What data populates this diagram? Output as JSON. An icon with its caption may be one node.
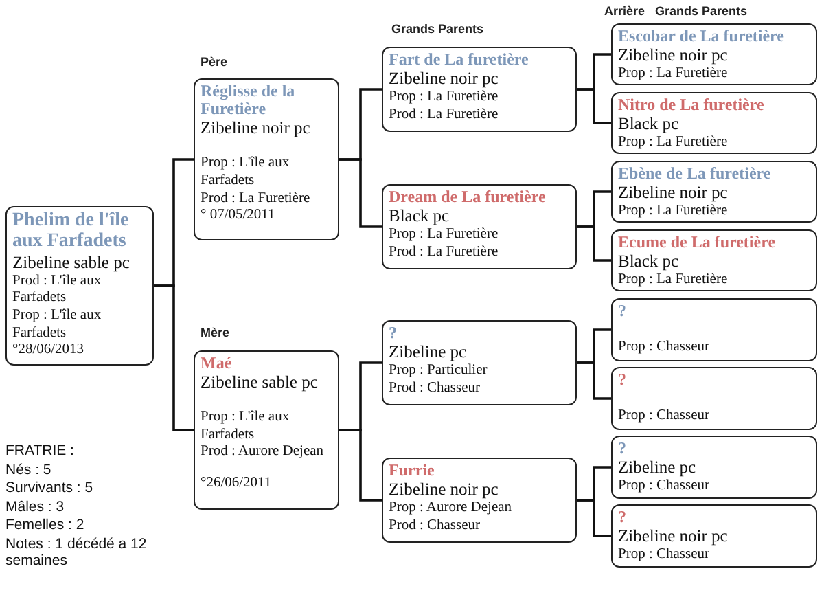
{
  "diagram": {
    "nodes": [
      {
        "text": [
          "Phelim de l'île aux Farfadets",
          "Zibeline sable pc",
          "Prod : L'île aux Farfadets",
          "Prop : L'île aux Farfadets",
          "°28/06/2013"
        ]
      },
      {
        "text": [
          "Réglisse de la Furetière",
          "Zibeline noir pc",
          "Prop : L'île aux Farfadets",
          "Prod : La Furetière",
          "° 07/05/2011"
        ]
      },
      {
        "text": [
          "Maé",
          "Zibeline sable pc",
          "Prop : L'île aux Farfadets",
          "Prod : Aurore Dejean",
          "°26/06/2011"
        ]
      },
      {
        "text": [
          "Fart de La furetière",
          "Zibeline noir pc",
          "Prop : La Furetière",
          "Prod : La Furetière"
        ]
      },
      {
        "text": [
          "Dream de La furetière",
          "Black pc",
          "Prop : La Furetière",
          "Prod : La Furetière"
        ]
      },
      {
        "text": [
          "?",
          "Zibeline pc",
          "Prop : Particulier",
          "Prod : Chasseur"
        ]
      },
      {
        "text": [
          "Furrie",
          "Zibeline noir pc",
          "Prop : Aurore Dejean",
          "Prod : Chasseur"
        ]
      },
      {
        "text": [
          "Escobar de La furetière",
          "Zibeline noir pc",
          "Prop : La Furetière"
        ]
      },
      {
        "text": [
          "Nitro de La furetière",
          "Black pc",
          "Prop : La Furetière"
        ]
      },
      {
        "text": [
          "Ebène de La furetière",
          "Zibeline noir pc",
          "Prop : La Furetière"
        ]
      },
      {
        "text": [
          "Ecume de La furetière",
          "Black pc",
          "Prop : La Furetière"
        ]
      },
      {
        "text": [
          "?",
          "Prop : Chasseur"
        ]
      },
      {
        "text": [
          "?",
          "Prop : Chasseur"
        ]
      },
      {
        "text": [
          "?",
          "Zibeline pc",
          "Prop : Chasseur"
        ]
      },
      {
        "text": [
          "?",
          "Zibeline noir pc",
          "Prop : Chasseur"
        ]
      }
    ],
    "edges": [
      {
        "from": 0,
        "to": 1,
        "arrow": "none"
      },
      {
        "from": 0,
        "to": 2,
        "arrow": "none"
      },
      {
        "from": 1,
        "to": 3,
        "arrow": "none"
      },
      {
        "from": 1,
        "to": 4,
        "arrow": "none"
      },
      {
        "from": 2,
        "to": 5,
        "arrow": "none"
      },
      {
        "from": 2,
        "to": 6,
        "arrow": "none"
      },
      {
        "from": 3,
        "to": 7,
        "arrow": "none"
      },
      {
        "from": 3,
        "to": 8,
        "arrow": "none"
      },
      {
        "from": 4,
        "to": 9,
        "arrow": "none"
      },
      {
        "from": 4,
        "to": 10,
        "arrow": "none"
      },
      {
        "from": 5,
        "to": 11,
        "arrow": "none"
      },
      {
        "from": 5,
        "to": 12,
        "arrow": "none"
      },
      {
        "from": 6,
        "to": 13,
        "arrow": "none"
      },
      {
        "from": 6,
        "to": 14,
        "arrow": "none"
      }
    ],
    "labels": [
      "Arrière   Grands Parents",
      "Grands Parents",
      "Père",
      "Mère",
      "FRATRIE :",
      "Nés : 5",
      "Survivants : 5",
      "Mâles : 3",
      "Femelles : 2",
      "Notes : 1 décédé a 12 semaines"
    ]
  }
}
